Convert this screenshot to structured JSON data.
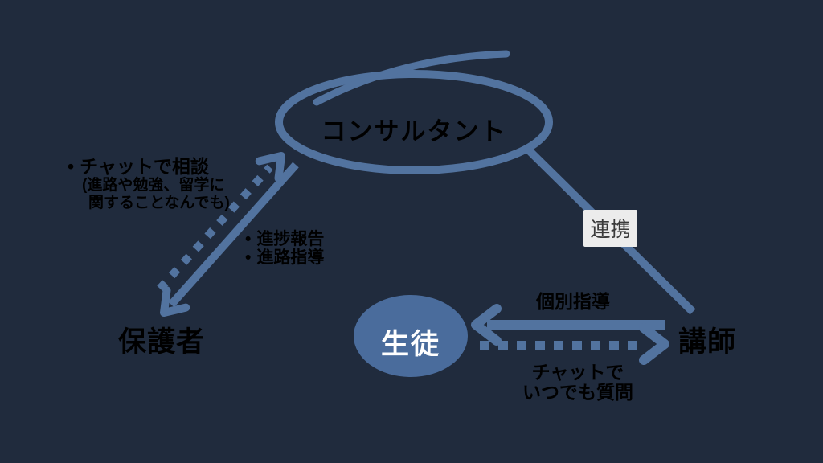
{
  "colors": {
    "background": "#202B3D",
    "accent": "#52739F",
    "node_fill": "#4A6C9C",
    "label_box_bg": "#ECECEC",
    "label_box_text": "#3A3A3A",
    "text": "#000000",
    "student_text": "#FFFFFF"
  },
  "nodes": {
    "consultant": {
      "label": "コンサルタント"
    },
    "parent": {
      "label": "保護者"
    },
    "student": {
      "label": "生徒"
    },
    "teacher": {
      "label": "講師"
    }
  },
  "edges": {
    "consultant_teacher": {
      "label": "連携"
    },
    "parent_to_consultant": {
      "bullet": "•",
      "title": "チャットで相談",
      "note_line1": "(進路や勉強、留学に",
      "note_line2": "関することなんでも)"
    },
    "consultant_to_parent": {
      "bullet": "•",
      "items": [
        "進捗報告",
        "進路指導"
      ]
    },
    "teacher_to_student": {
      "label": "個別指導"
    },
    "student_to_teacher": {
      "label_line1": "チャットで",
      "label_line2": "いつでも質問"
    }
  }
}
